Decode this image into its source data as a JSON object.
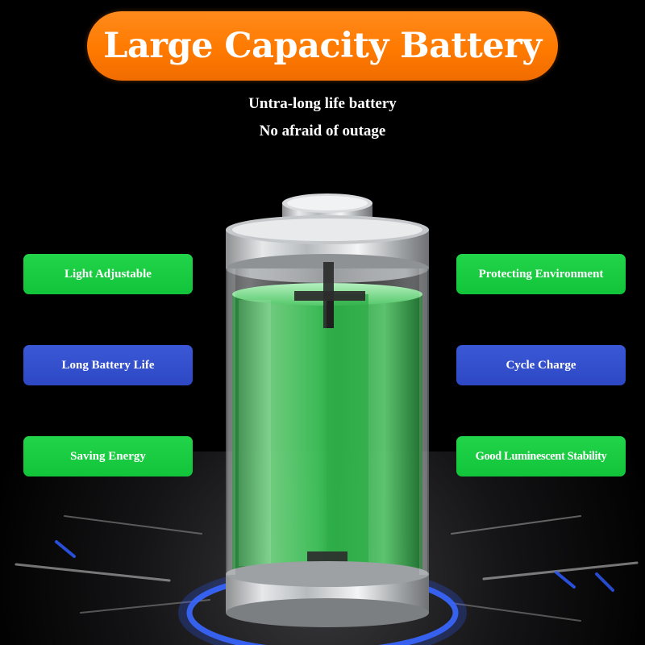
{
  "header": {
    "title": "Large Capacity Battery",
    "subtitle_line1": "Untra-long life battery",
    "subtitle_line2": "No afraid of outage"
  },
  "features": {
    "left": [
      "Light Adjustable",
      "Long Battery Life",
      "Saving Energy"
    ],
    "right": [
      "Protecting Environment",
      "Cycle Charge",
      "Good Luminescent Stability"
    ]
  },
  "battery": {
    "positive_symbol": "plus-icon",
    "negative_symbol": "minus-icon",
    "charge_fill_color": "#3fc35a"
  },
  "colors": {
    "title_pill": "#ff7a00",
    "feature_green": "#16c83e",
    "feature_blue": "#3450cc",
    "background": "#000000",
    "glow_ring": "#2f5cff"
  }
}
